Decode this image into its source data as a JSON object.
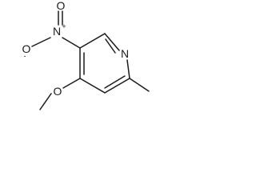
{
  "molecule": {
    "atoms": {
      "ring_nitrogen": "N",
      "nitro_nitrogen": "N",
      "nitro_nitrogen_charge": "+",
      "nitro_oxygen_double": "O",
      "nitro_oxygen_single": "O",
      "nitro_oxygen_charge": "-",
      "methoxy_oxygen": "O"
    },
    "colors": {
      "bond": "#1a1a1a",
      "label": "#1a1a1a",
      "background": "#ffffff"
    }
  }
}
